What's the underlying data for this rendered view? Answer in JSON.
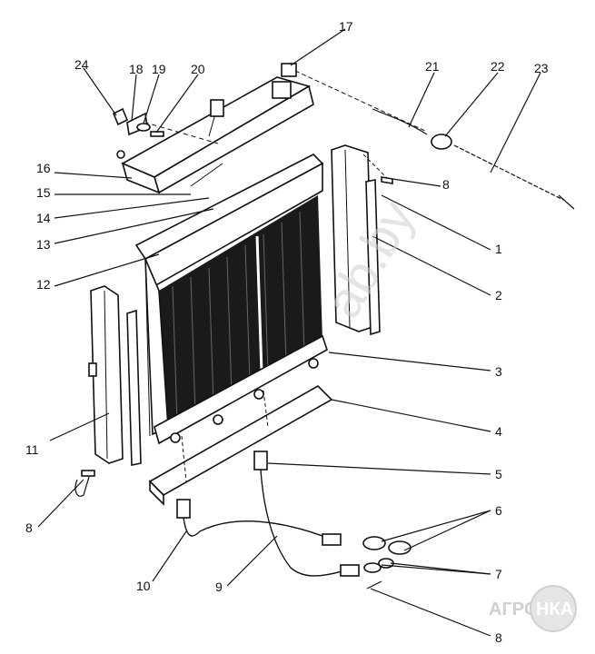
{
  "labels": {
    "l1": "1",
    "l2": "2",
    "l3": "3",
    "l4": "4",
    "l5": "5",
    "l6": "6",
    "l7": "7",
    "l8a": "8",
    "l8b": "8",
    "l8c": "8",
    "l9": "9",
    "l10": "10",
    "l11": "11",
    "l12": "12",
    "l13": "13",
    "l14": "14",
    "l15": "15",
    "l16": "16",
    "l17": "17",
    "l18": "18",
    "l19": "19",
    "l20": "20",
    "l21": "21",
    "l22": "22",
    "l23": "23",
    "l24": "24"
  },
  "watermark": "ab.by",
  "logo": {
    "text_left": "АГРО",
    "text_right": "НКА"
  }
}
